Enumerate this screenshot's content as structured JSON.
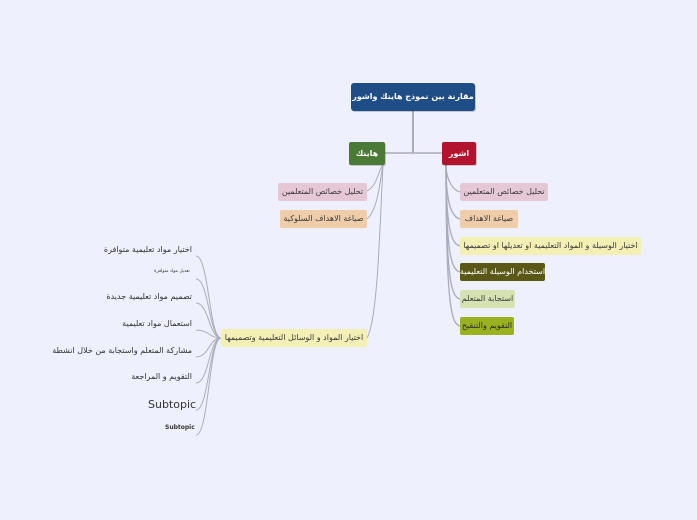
{
  "root": {
    "label": "مقارنة بين نموذج هاينك واشور"
  },
  "heinich": {
    "label": "هاينك",
    "color": "#4a7a35",
    "items": [
      {
        "label": "تحليل خصائص المتعلمين",
        "color": "#e5c8d3"
      },
      {
        "label": "صياغة الاهداف السلوكية",
        "color": "#eecda8"
      },
      {
        "label": "اختيار المواد و الوسائل التعليمية وتصميمها",
        "color": "#f4efb4"
      }
    ],
    "subitems": [
      {
        "label": "اختيار مواد تعليمية متوافرة"
      },
      {
        "label": "تعديل مواد متوافرة"
      },
      {
        "label": "تصميم مواد تعليمية جديدة"
      },
      {
        "label": "استعمال مواد تعليمية"
      },
      {
        "label": "مشاركة المتعلم واستجابة من خلال انشطة"
      },
      {
        "label": "التقويم و المراجعة"
      },
      {
        "label": "Subtopic"
      },
      {
        "label": "Subtopic"
      }
    ]
  },
  "ashour": {
    "label": "اشور",
    "color": "#b3132d",
    "items": [
      {
        "label": "تحليل خصائص المتعلمين",
        "color": "#e5c8d3",
        "text_color": "#3a3a3a"
      },
      {
        "label": "صياغة الاهداف",
        "color": "#eecda8",
        "text_color": "#3a3a3a"
      },
      {
        "label": "اختيار الوسيلة و المواد التعليمية او تعديلها او تصميمها",
        "color": "#f4efb4",
        "text_color": "#3a3a3a"
      },
      {
        "label": "استخدام الوسيلة التعليمية",
        "color": "#5a5717",
        "text_color": "#ffffff"
      },
      {
        "label": "استجابة المتعلم",
        "color": "#d5e3b2",
        "text_color": "#3a3a3a"
      },
      {
        "label": "التقويم والتنقيح",
        "color": "#9ab21f",
        "text_color": "#2b2b2b"
      }
    ]
  },
  "connector_color": "#a9adb8"
}
